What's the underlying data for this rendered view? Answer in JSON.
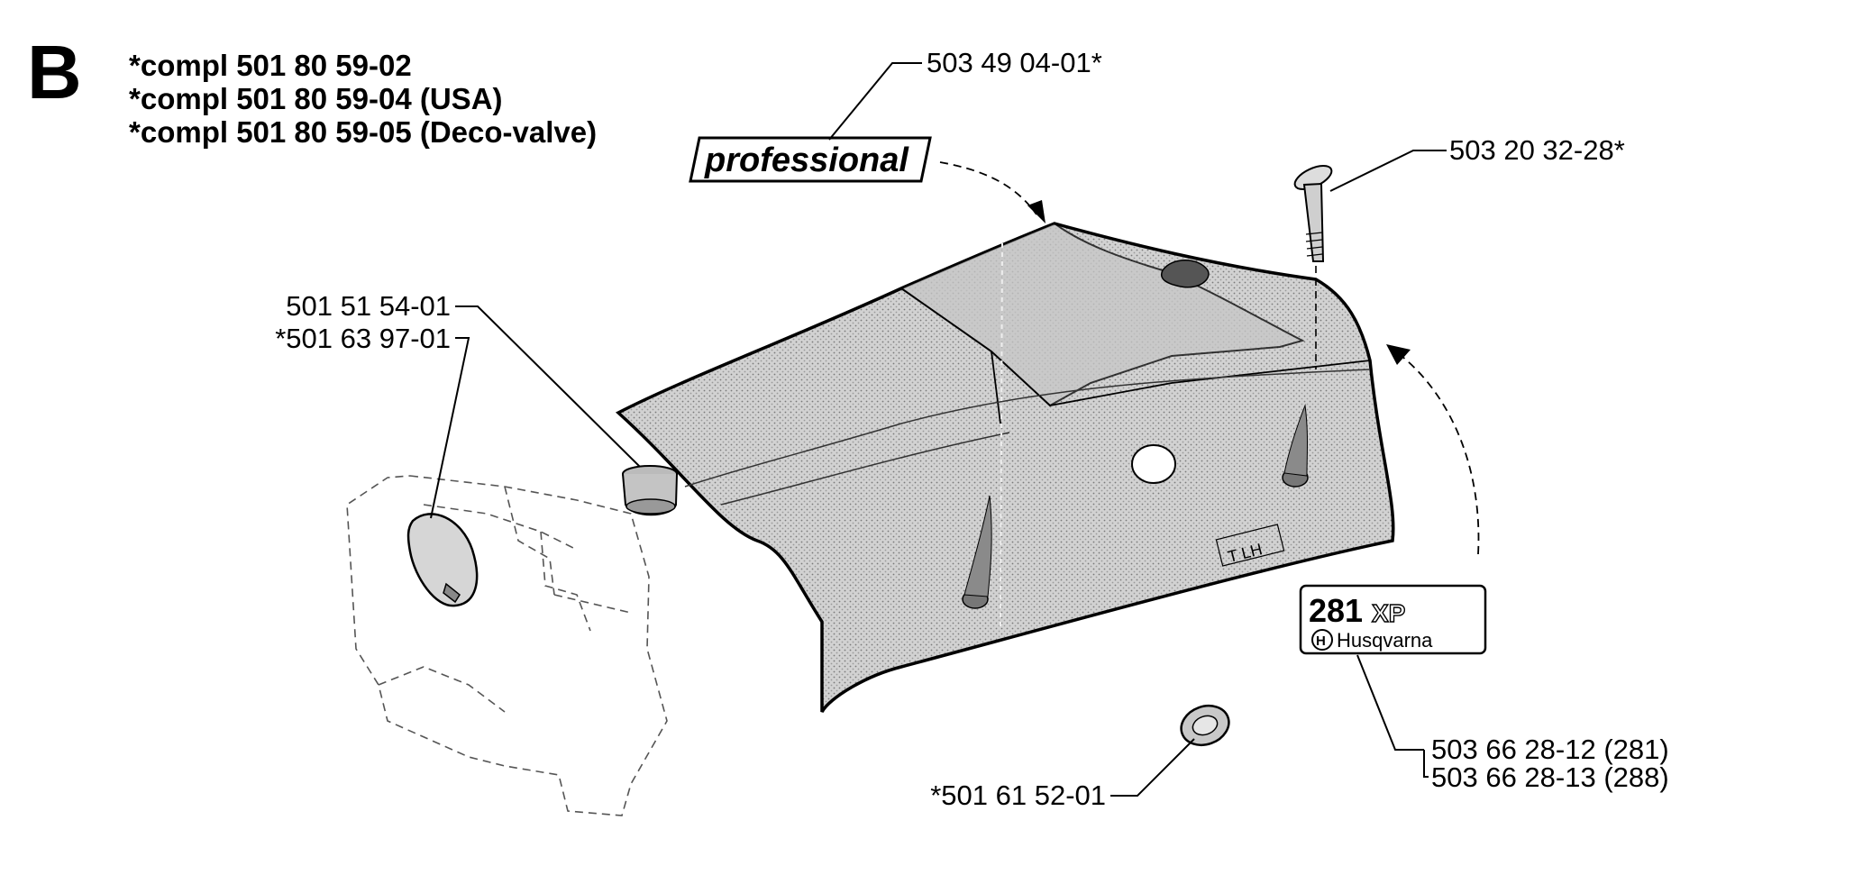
{
  "section": {
    "letter": "B"
  },
  "header": {
    "lines": [
      "*compl 501 80 59-02",
      "*compl 501 80 59-04 (USA)",
      "*compl 501 80 59-05 (Deco-valve)"
    ]
  },
  "decals": {
    "professional": "professional",
    "model_number": "281",
    "model_suffix": "XP",
    "brand": "Husqvarna"
  },
  "labels": {
    "decal_professional": "503 49 04-01*",
    "screw": "503 20 32-28*",
    "plug": "501 51 54-01",
    "valve": "*501 63 97-01",
    "grommet": "*501 61 52-01",
    "model_decal_281": "503 66 28-12 (281)",
    "model_decal_288": "503 66 28-13 (288)"
  }
}
